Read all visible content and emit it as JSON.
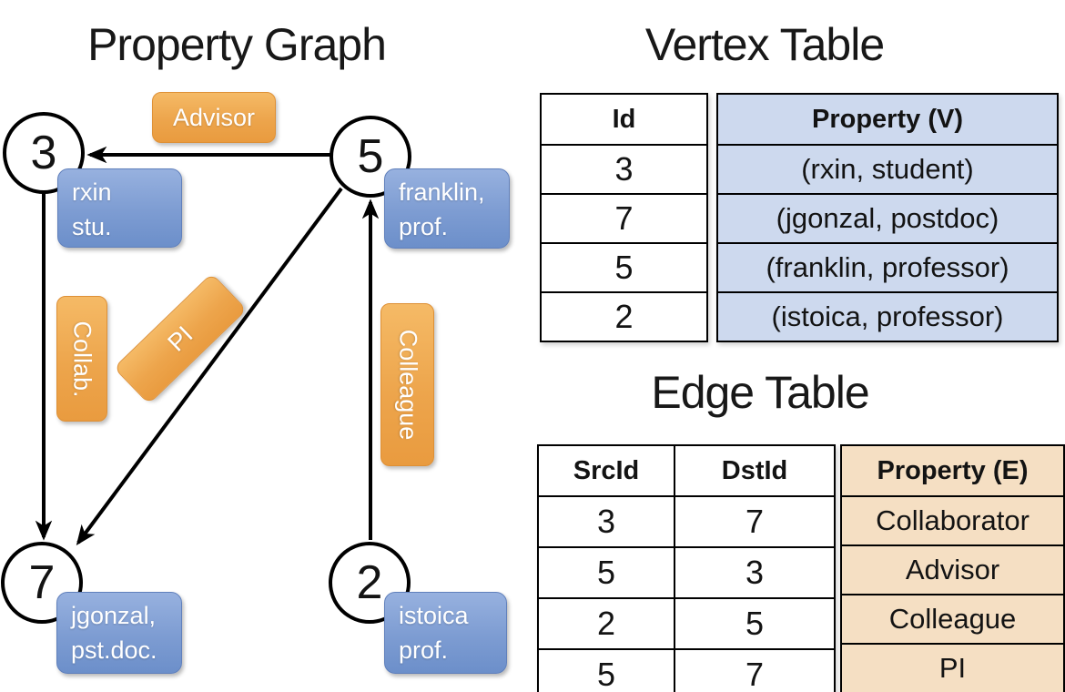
{
  "titles": {
    "graph": "Property Graph",
    "vertex_table": "Vertex Table",
    "edge_table": "Edge Table"
  },
  "graph": {
    "nodes": {
      "n3": {
        "id": "3",
        "prop_line1": "rxin",
        "prop_line2": "stu."
      },
      "n5": {
        "id": "5",
        "prop_line1": "franklin,",
        "prop_line2": "prof."
      },
      "n7": {
        "id": "7",
        "prop_line1": "jgonzal,",
        "prop_line2": "pst.doc."
      },
      "n2": {
        "id": "2",
        "prop_line1": "istoica",
        "prop_line2": "prof."
      }
    },
    "edge_labels": {
      "advisor": "Advisor",
      "collab": "Collab.",
      "pi": "PI",
      "colleague": "Colleague"
    }
  },
  "vertex_table": {
    "col_id": "Id",
    "col_property": "Property (V)",
    "rows": [
      {
        "id": "3",
        "property": "(rxin, student)"
      },
      {
        "id": "7",
        "property": "(jgonzal, postdoc)"
      },
      {
        "id": "5",
        "property": "(franklin, professor)"
      },
      {
        "id": "2",
        "property": "(istoica, professor)"
      }
    ]
  },
  "edge_table": {
    "col_src": "SrcId",
    "col_dst": "DstId",
    "col_property": "Property (E)",
    "rows": [
      {
        "src": "3",
        "dst": "7",
        "property": "Collaborator"
      },
      {
        "src": "5",
        "dst": "3",
        "property": "Advisor"
      },
      {
        "src": "2",
        "dst": "5",
        "property": "Colleague"
      },
      {
        "src": "5",
        "dst": "7",
        "property": "PI"
      }
    ]
  },
  "colors": {
    "edge_label_fill_top": "#F5BA66",
    "edge_label_fill_bottom": "#E99B3F",
    "node_property_fill_top": "#97B1DF",
    "node_property_fill_bottom": "#6C8FCA",
    "vertex_property_cell": "#CDD9EE",
    "edge_property_cell": "#F5DFC3",
    "line_color": "#000000",
    "label_text": "#FFFFFF"
  }
}
